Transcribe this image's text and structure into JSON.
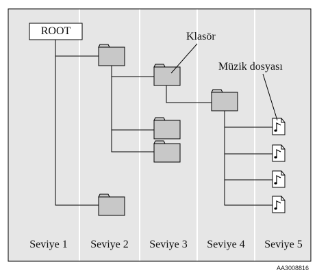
{
  "root_label": "ROOT",
  "callouts": {
    "folder": "Klasör",
    "music_file": "Müzik dosyası"
  },
  "levels": [
    "Seviye 1",
    "Seviye 2",
    "Seviye 3",
    "Seviye 4",
    "Seviye 5"
  ],
  "figure_code": "AA3008816",
  "colors": {
    "band": "#e6e6e6",
    "folder_fill": "#c8c8c8",
    "stroke": "#000000"
  },
  "icons": {
    "folder": "folder-icon",
    "music_file": "music-file-icon"
  }
}
